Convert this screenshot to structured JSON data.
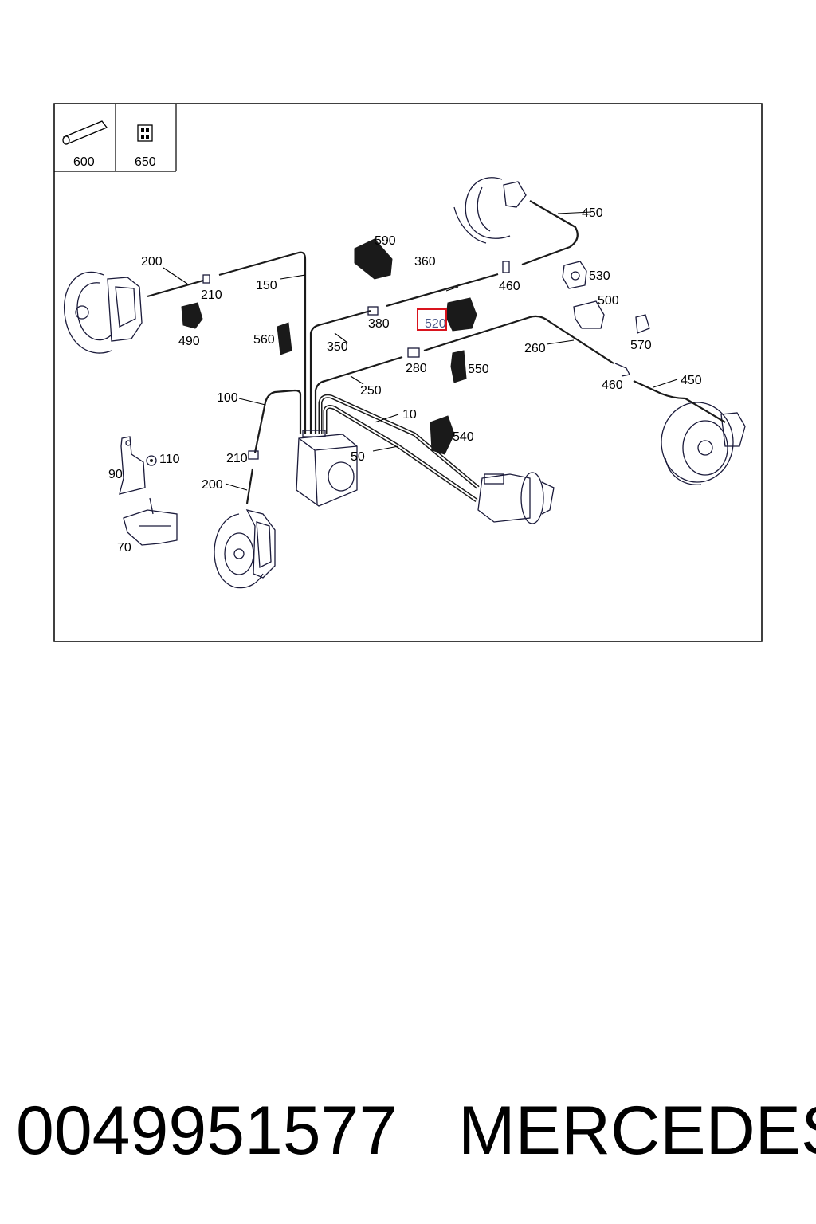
{
  "diagram": {
    "inset_labels": [
      "600",
      "650"
    ],
    "callouts": {
      "c10": "10",
      "c50": "50",
      "c70": "70",
      "c90": "90",
      "c100": "100",
      "c110": "110",
      "c150": "150",
      "c200a": "200",
      "c200b": "200",
      "c210a": "210",
      "c210b": "210",
      "c250": "250",
      "c260": "260",
      "c280": "280",
      "c350": "350",
      "c360": "360",
      "c380": "380",
      "c450a": "450",
      "c450b": "450",
      "c460a": "460",
      "c460b": "460",
      "c490": "490",
      "c500": "500",
      "c520": "520",
      "c530": "530",
      "c540": "540",
      "c550": "550",
      "c560": "560",
      "c570": "570",
      "c590": "590"
    },
    "highlight": {
      "callout": "520",
      "color": "#d9141e"
    }
  },
  "footer": {
    "part_number": "0049951577",
    "brand": "MERCEDES"
  }
}
